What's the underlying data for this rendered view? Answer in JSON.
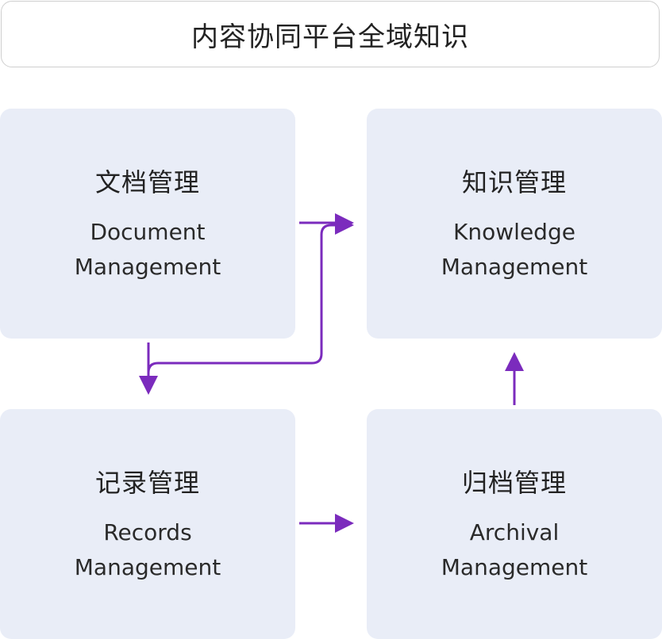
{
  "title": "内容协同平台全域知识",
  "accent_color": "#7b2bbd",
  "nodes": {
    "document": {
      "zh": "文档管理",
      "en_line1": "Document",
      "en_line2": "Management"
    },
    "knowledge": {
      "zh": "知识管理",
      "en_line1": "Knowledge",
      "en_line2": "Management"
    },
    "records": {
      "zh": "记录管理",
      "en_line1": "Records",
      "en_line2": "Management"
    },
    "archival": {
      "zh": "归档管理",
      "en_line1": "Archival",
      "en_line2": "Management"
    }
  }
}
